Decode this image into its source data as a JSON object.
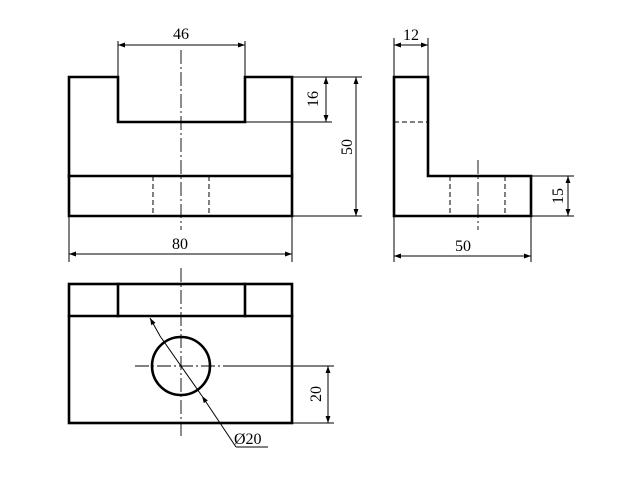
{
  "dimensions": {
    "front_top_width": "46",
    "front_slot_depth": "16",
    "front_height": "50",
    "front_width": "80",
    "side_top_width": "12",
    "side_hole_height": "15",
    "side_width": "50",
    "top_hole_offset": "20",
    "hole_diameter": "Ø20"
  }
}
